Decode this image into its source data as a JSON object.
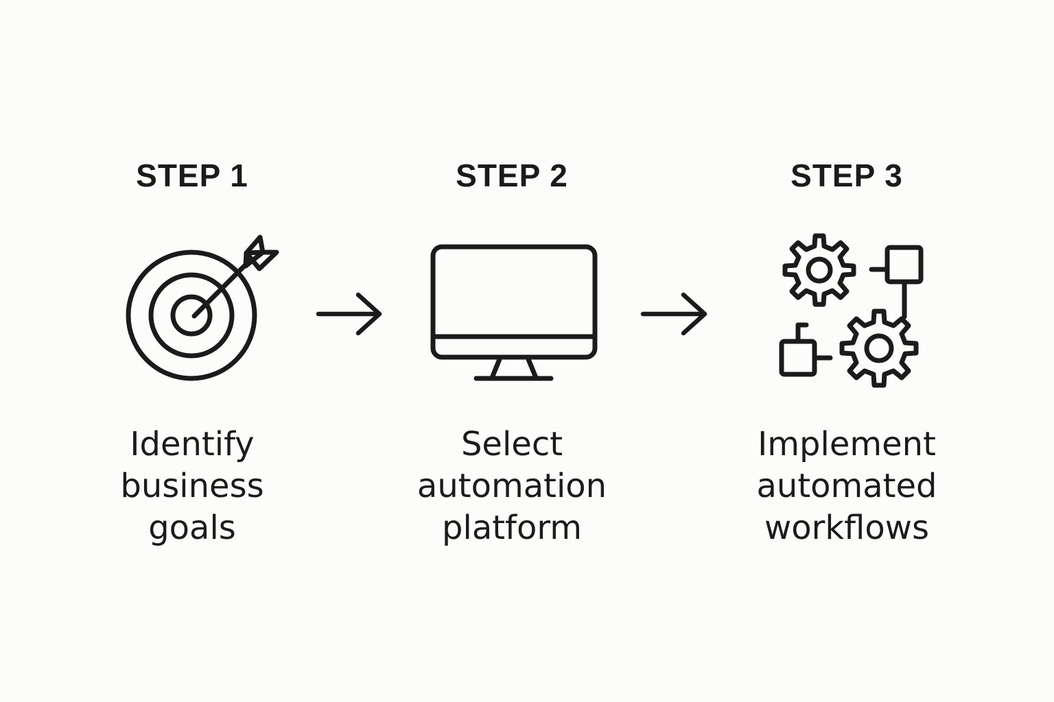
{
  "steps": [
    {
      "title": "STEP 1",
      "icon": "target-with-arrow-icon",
      "description_lines": [
        "Identify",
        "business",
        "goals"
      ]
    },
    {
      "title": "STEP 2",
      "icon": "desktop-monitor-icon",
      "description_lines": [
        "Select",
        "automation",
        "platform"
      ]
    },
    {
      "title": "STEP 3",
      "icon": "gears-workflow-icon",
      "description_lines": [
        "Implement",
        "automated",
        "workflows"
      ]
    }
  ],
  "connectors": [
    "right-arrow-icon",
    "right-arrow-icon"
  ],
  "colors": {
    "background": "#fcfcfb",
    "ink": "#1b1b1b"
  }
}
